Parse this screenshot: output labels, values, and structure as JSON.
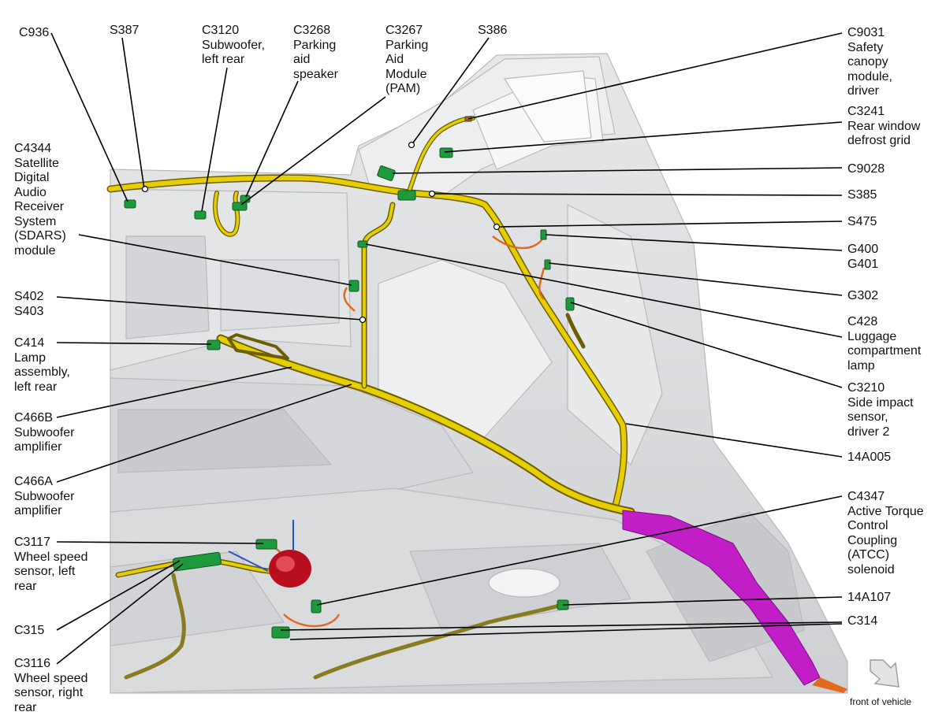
{
  "labels": {
    "c936": [
      "C936"
    ],
    "s387": [
      "S387"
    ],
    "c3120": [
      "C3120",
      "Subwoofer,",
      "left rear"
    ],
    "c3268": [
      "C3268",
      "Parking",
      "aid",
      "speaker"
    ],
    "c3267": [
      "C3267",
      "Parking",
      "Aid",
      "Module",
      "(PAM)"
    ],
    "s386": [
      "S386"
    ],
    "c9031": [
      "C9031",
      "Safety",
      "canopy",
      "module,",
      "driver"
    ],
    "c3241": [
      "C3241",
      "Rear window",
      "defrost grid"
    ],
    "c9028": [
      "C9028"
    ],
    "s385": [
      "S385"
    ],
    "s475": [
      "S475"
    ],
    "g400": [
      "G400",
      "G401"
    ],
    "g302": [
      "G302"
    ],
    "c428": [
      "C428",
      "Luggage",
      "compartment",
      "lamp"
    ],
    "c3210": [
      "C3210",
      "Side impact",
      "sensor,",
      "driver 2"
    ],
    "a14a005": [
      "14A005"
    ],
    "c4347": [
      "C4347",
      "Active Torque",
      "Control",
      "Coupling",
      "(ATCC)",
      "solenoid"
    ],
    "a14a107": [
      "14A107"
    ],
    "c314": [
      "C314"
    ],
    "c4344": [
      "C4344",
      "Satellite",
      "Digital",
      "Audio",
      "Receiver",
      "System",
      "(SDARS)",
      "module"
    ],
    "s402": [
      "S402",
      "S403"
    ],
    "c414": [
      "C414",
      "Lamp",
      "assembly,",
      "left rear"
    ],
    "c466b": [
      "C466B",
      "Subwoofer",
      "amplifier"
    ],
    "c466a": [
      "C466A",
      "Subwoofer",
      "amplifier"
    ],
    "c3117": [
      "C3117",
      "Wheel speed",
      "sensor, left",
      "rear"
    ],
    "c315": [
      "C315"
    ],
    "c3116": [
      "C3116",
      "Wheel speed",
      "sensor, right",
      "rear"
    ]
  },
  "footer": {
    "direction_label": "front of vehicle"
  },
  "colors": {
    "harness": "#d8c000",
    "harness_highlight": "#fff36a",
    "connector": "#1e9a3c",
    "body_panel": "#d9dadc",
    "coupling": "#c21ec8",
    "splice_orange": "#e06a1e",
    "solenoid_red": "#b80f1e"
  }
}
